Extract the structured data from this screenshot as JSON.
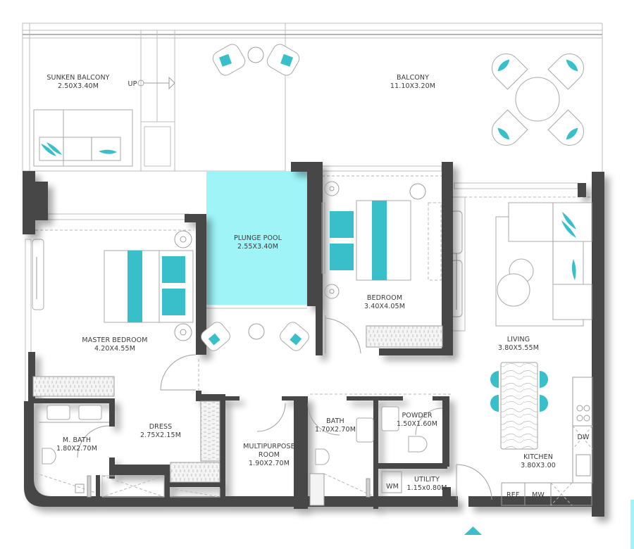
{
  "plan": {
    "colors": {
      "wall": "#464646",
      "accent": "#39bfc9",
      "pool": "#9ff4f8",
      "line": "#bdbdbd"
    },
    "rooms": {
      "sunken_balcony": {
        "name": "SUNKEN BALCONY",
        "size": "2.50X3.40M"
      },
      "balcony": {
        "name": "BALCONY",
        "size": "11.10X3.20M"
      },
      "plunge_pool": {
        "name": "PLUNGE POOL",
        "size": "2.55X3.40M"
      },
      "bedroom": {
        "name": "BEDROOM",
        "size": "3.40X4.05M"
      },
      "master_bedroom": {
        "name": "MASTER BEDROOM",
        "size": "4.20X4.55M"
      },
      "living": {
        "name": "LIVING",
        "size": "3.80X5.55M"
      },
      "dress": {
        "name": "DRESS",
        "size": "2.75X2.15M"
      },
      "m_bath": {
        "name": "M. BATH",
        "size": "1.80X2.70M"
      },
      "multipurpose": {
        "name_line1": "MULTIPURPOSE",
        "name_line2": "ROOM",
        "size": "1.90X2.70M"
      },
      "bath": {
        "name": "BATH",
        "size": "1.70X2.70M"
      },
      "powder": {
        "name": "POWDER",
        "size": "1.50X1.60M"
      },
      "utility": {
        "name": "UTILITY",
        "size": "1.15x0.80M"
      },
      "kitchen": {
        "name": "KITCHEN",
        "size": "3.80X3.00"
      }
    },
    "annotations": {
      "stair_up": "UP",
      "washing_machine": "WM",
      "dishwasher": "DW",
      "refrigerator": "REF.",
      "microwave": "MW"
    },
    "icons": {
      "entrance_marker": "entrance-triangle-icon"
    }
  }
}
